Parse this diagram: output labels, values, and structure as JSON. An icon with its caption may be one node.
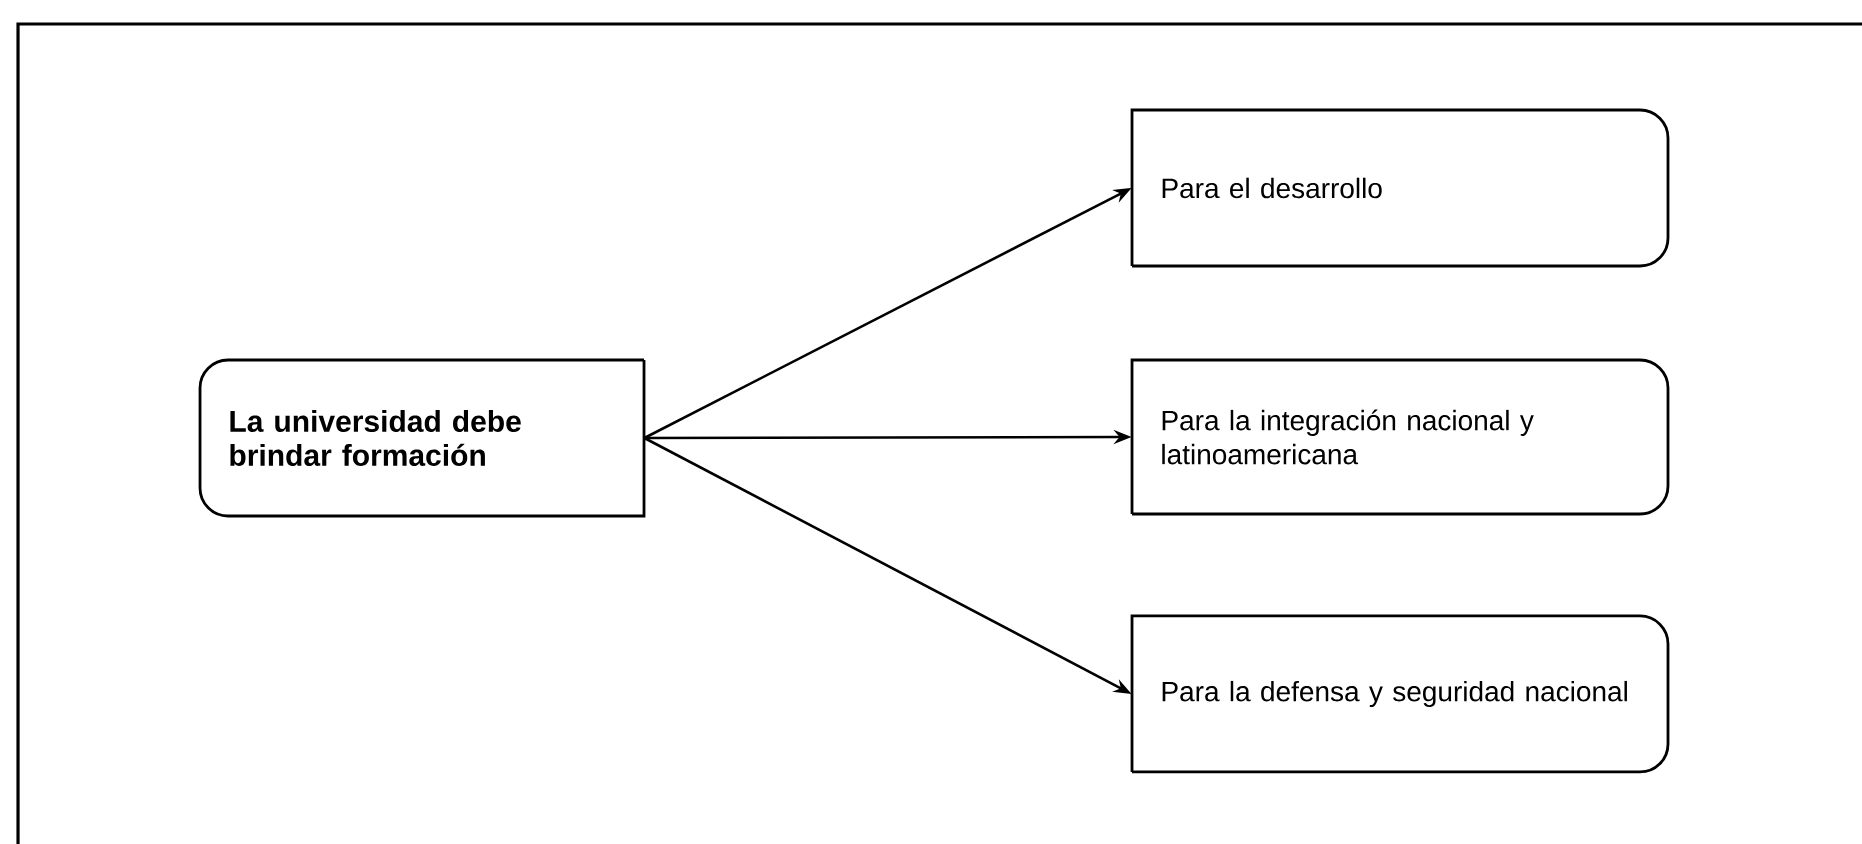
{
  "diagram": {
    "nodes": [
      {
        "text": [
          "La universidad debe brindar formación"
        ]
      },
      {
        "text": [
          "Para el desarrollo"
        ]
      },
      {
        "text": [
          "Para la integración nacional y latinoamericana"
        ]
      },
      {
        "text": [
          "Para la defensa y seguridad nacional"
        ]
      }
    ],
    "edges": [
      {
        "from": 0,
        "to": 1,
        "arrow": "to"
      },
      {
        "from": 0,
        "to": 2,
        "arrow": "to"
      },
      {
        "from": 0,
        "to": 3,
        "arrow": "to"
      }
    ]
  }
}
